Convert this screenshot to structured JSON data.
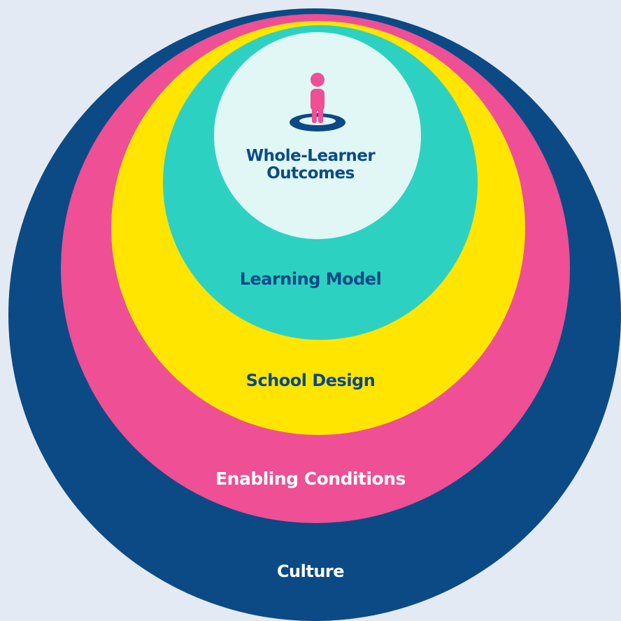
{
  "diagram": {
    "rings": [
      {
        "id": "outcomes",
        "label_lines": [
          "Whole-Learner",
          "Outcomes"
        ],
        "color": "#e0f7f6",
        "text_color": "#0b4a85"
      },
      {
        "id": "learning",
        "label": "Learning Model",
        "color": "#2dd1c2",
        "text_color": "#0b4a85"
      },
      {
        "id": "school",
        "label": "School Design",
        "color": "#ffe500",
        "text_color": "#0b4a85"
      },
      {
        "id": "enabling",
        "label": "Enabling Conditions",
        "color": "#ee4f95",
        "text_color": "#ffffff"
      },
      {
        "id": "culture",
        "label": "Culture",
        "color": "#0b4a85",
        "text_color": "#ffffff"
      }
    ],
    "center_icon": "learner-standing-on-target-icon",
    "background_color": "#e3eaf3"
  }
}
